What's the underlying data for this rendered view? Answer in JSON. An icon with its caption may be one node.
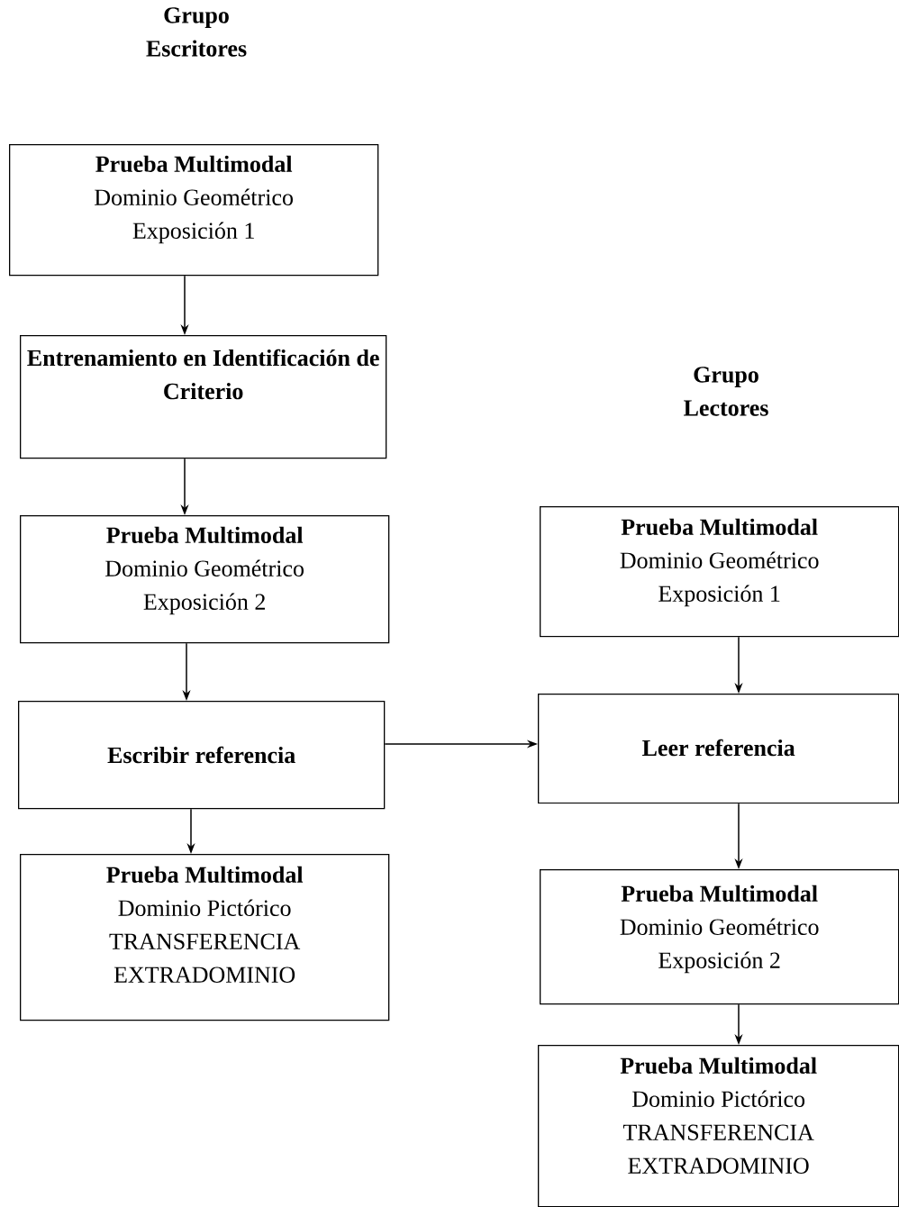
{
  "diagram": {
    "nodes": [
      {
        "text": [
          "Prueba Multimodal",
          "Dominio Geométrico",
          "Exposición 1"
        ]
      },
      {
        "text": [
          "Entrenamiento en Identificación de Criterio"
        ]
      },
      {
        "text": [
          "Prueba Multimodal",
          "Dominio Geométrico",
          "Exposición 2"
        ]
      },
      {
        "text": [
          "Escribir referencia"
        ]
      },
      {
        "text": [
          "Prueba Multimodal",
          "Dominio Pictórico",
          "TRANSFERENCIA EXTRADOMINIO"
        ]
      },
      {
        "text": [
          "Prueba Multimodal",
          "Dominio Geométrico",
          "Exposición 1"
        ]
      },
      {
        "text": [
          "Leer referencia"
        ]
      },
      {
        "text": [
          "Prueba Multimodal",
          "Dominio Geométrico",
          "Exposición 2"
        ]
      },
      {
        "text": [
          "Prueba Multimodal",
          "Dominio Pictórico",
          "TRANSFERENCIA EXTRADOMINIO"
        ]
      }
    ],
    "edges": [
      {
        "from": 0,
        "to": 1,
        "arrow": "to"
      },
      {
        "from": 1,
        "to": 2,
        "arrow": "to"
      },
      {
        "from": 2,
        "to": 3,
        "arrow": "to"
      },
      {
        "from": 3,
        "to": 4,
        "arrow": "to"
      },
      {
        "from": 3,
        "to": 6,
        "arrow": "to"
      },
      {
        "from": 5,
        "to": 6,
        "arrow": "to"
      },
      {
        "from": 6,
        "to": 7,
        "arrow": "to"
      },
      {
        "from": 7,
        "to": 8,
        "arrow": "to"
      }
    ],
    "labels": [
      "Grupo Escritores",
      "Grupo Lectores"
    ]
  }
}
